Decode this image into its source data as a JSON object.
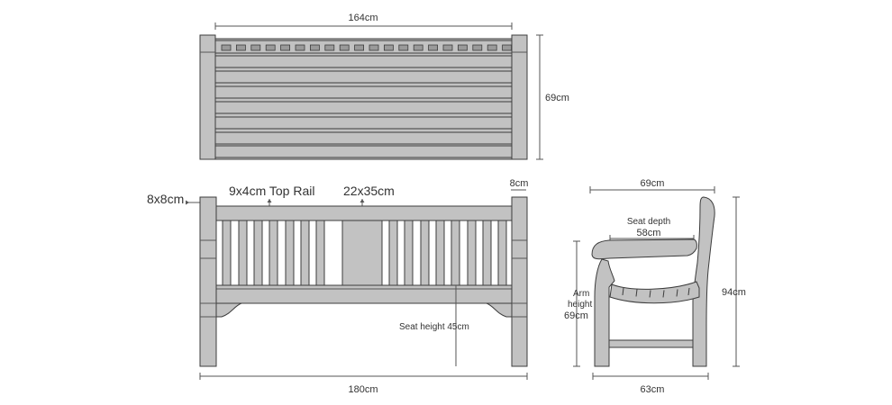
{
  "top_view": {
    "width_label": "164cm",
    "depth_label": "69cm"
  },
  "front_view": {
    "leg_section_label": "8x8cm",
    "top_rail_label": "9x4cm Top Rail",
    "center_panel_label": "22x35cm",
    "post_width_label": "8cm",
    "seat_height_label": "Seat height 45cm",
    "overall_width_label": "180cm"
  },
  "side_view": {
    "overall_depth_label": "69cm",
    "seat_depth_title": "Seat depth",
    "seat_depth_value": "58cm",
    "arm_height_line1": "Arm",
    "arm_height_line2": "height",
    "arm_height_value": "69cm",
    "overall_height_label": "94cm",
    "base_depth_label": "63cm"
  },
  "colors": {
    "wood": "#c2c2c2",
    "wood_dark": "#a9a9a9",
    "outline": "#3c3c3c"
  }
}
